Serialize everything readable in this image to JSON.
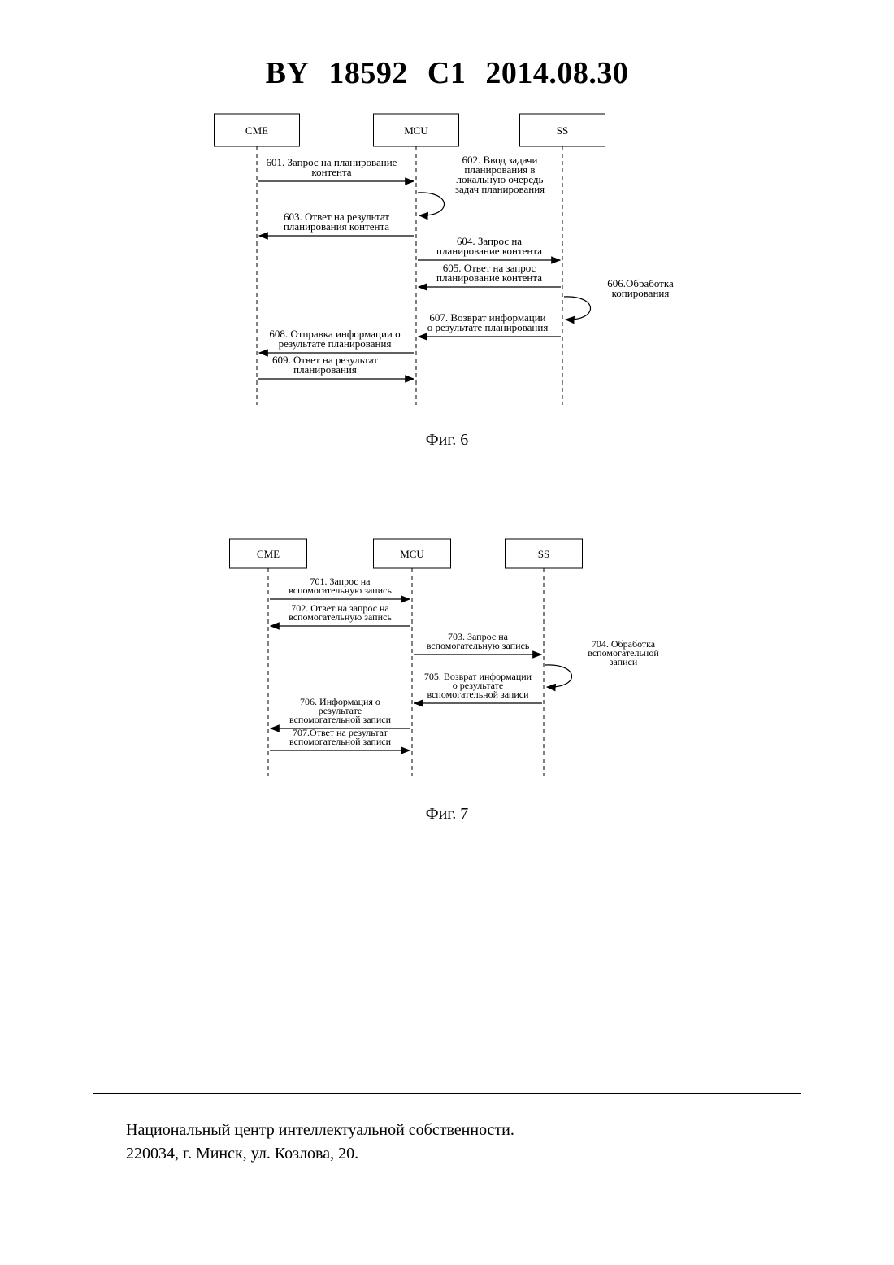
{
  "header": {
    "country": "BY",
    "number": "18592",
    "kind": "C1",
    "date": "2014.08.30"
  },
  "figure6": {
    "caption": "Фиг. 6",
    "entities": [
      "CME",
      "MCU",
      "SS"
    ],
    "messages": [
      {
        "id": "601",
        "lines": [
          "601. Запрос на планирование",
          "контента"
        ],
        "from": "CME",
        "to": "MCU"
      },
      {
        "id": "602",
        "lines": [
          "602. Ввод задачи",
          "планирования в",
          "локальную очередь",
          "задач планирования"
        ],
        "from": "MCU",
        "to": "MCU"
      },
      {
        "id": "603",
        "lines": [
          "603. Ответ на результат",
          "планирования контента"
        ],
        "from": "MCU",
        "to": "CME"
      },
      {
        "id": "604",
        "lines": [
          "604. Запрос на",
          "планирование контента"
        ],
        "from": "MCU",
        "to": "SS"
      },
      {
        "id": "605",
        "lines": [
          "605. Ответ на запрос",
          "планирование контента"
        ],
        "from": "SS",
        "to": "MCU"
      },
      {
        "id": "606",
        "lines": [
          "606.Обработка",
          "копирования"
        ],
        "from": "SS",
        "to": "SS"
      },
      {
        "id": "607",
        "lines": [
          "607. Возврат информации",
          "о результате планирования"
        ],
        "from": "SS",
        "to": "MCU"
      },
      {
        "id": "608",
        "lines": [
          "608. Отправка информации о",
          "результате планирования"
        ],
        "from": "MCU",
        "to": "CME"
      },
      {
        "id": "609",
        "lines": [
          "609. Ответ на результат",
          "планирования"
        ],
        "from": "CME",
        "to": "MCU"
      }
    ]
  },
  "figure7": {
    "caption": "Фиг. 7",
    "entities": [
      "CME",
      "MCU",
      "SS"
    ],
    "messages": [
      {
        "id": "701",
        "lines": [
          "701. Запрос на",
          "вспомогательную запись"
        ],
        "from": "CME",
        "to": "MCU"
      },
      {
        "id": "702",
        "lines": [
          "702. Ответ на запрос на",
          "вспомогательную запись"
        ],
        "from": "MCU",
        "to": "CME"
      },
      {
        "id": "703",
        "lines": [
          "703. Запрос на",
          "вспомогательную запись"
        ],
        "from": "MCU",
        "to": "SS"
      },
      {
        "id": "704",
        "lines": [
          "704. Обработка",
          "вспомогательной",
          "записи"
        ],
        "from": "SS",
        "to": "SS"
      },
      {
        "id": "705",
        "lines": [
          "705. Возврат информации",
          "о результате",
          "вспомогательной записи"
        ],
        "from": "SS",
        "to": "MCU"
      },
      {
        "id": "706",
        "lines": [
          "706. Информация о",
          "результате",
          "вспомогательной записи"
        ],
        "from": "MCU",
        "to": "CME"
      },
      {
        "id": "707",
        "lines": [
          "707.Ответ на результат",
          "вспомогательной записи"
        ],
        "from": "CME",
        "to": "MCU"
      }
    ]
  },
  "footer": {
    "line1": "Национальный центр интеллектуальной собственности.",
    "line2": "220034, г. Минск, ул. Козлова, 20."
  }
}
